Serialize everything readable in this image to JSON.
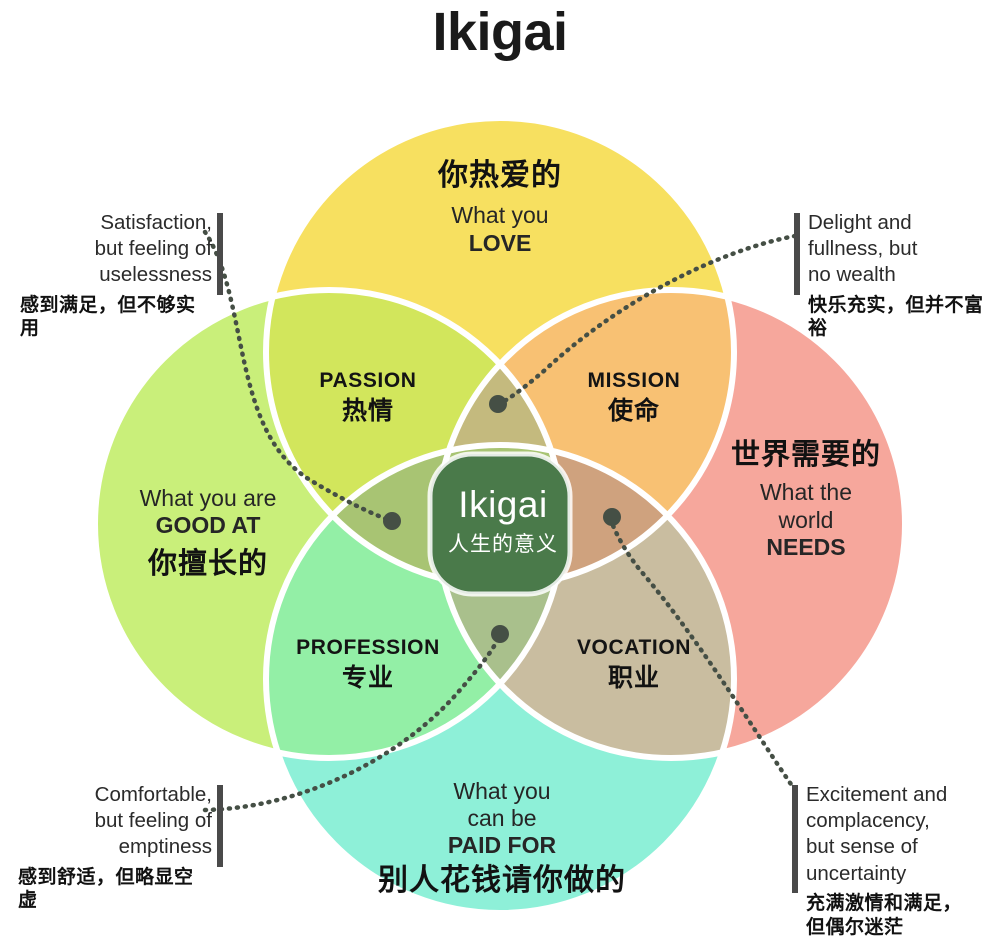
{
  "title": "Ikigai",
  "center": {
    "en": "Ikigai",
    "cn": "人生的意义"
  },
  "circles": [
    {
      "key": "love",
      "cn": "你热爱的",
      "en_line1": "What you",
      "en_line2": "LOVE",
      "color": "#f7e060"
    },
    {
      "key": "needs",
      "cn": "世界需要的",
      "en_line1": "What the",
      "en_line2": "world",
      "en_line3": "NEEDS",
      "color": "#f6a79c"
    },
    {
      "key": "paid",
      "cn": "别人花钱请你做的",
      "en_line1": "What you",
      "en_line2": "can be",
      "en_line3": "PAID FOR",
      "color": "#8ef0d8"
    },
    {
      "key": "good_at",
      "cn": "你擅长的",
      "en_line1": "What you are",
      "en_line2": "GOOD AT",
      "color": "#c9ef7a"
    }
  ],
  "overlaps": [
    {
      "key": "passion",
      "en": "PASSION",
      "cn": "热情",
      "color": "#d2e65c"
    },
    {
      "key": "mission",
      "en": "MISSION",
      "cn": "使命",
      "color": "#f8c173"
    },
    {
      "key": "profession",
      "en": "PROFESSION",
      "cn": "专业",
      "color": "#93efa6"
    },
    {
      "key": "vocation",
      "en": "VOCATION",
      "cn": "职业",
      "color": "#c9bda0"
    }
  ],
  "callouts": [
    {
      "key": "top_left",
      "en": "Satisfaction,\nbut feeling of\nuselessness",
      "cn": "感到满足，但不够实用"
    },
    {
      "key": "top_right",
      "en": "Delight and\nfullness, but\nno wealth",
      "cn": "快乐充实，但并不富裕"
    },
    {
      "key": "bottom_left",
      "en": "Comfortable,\nbut feeling of\nemptiness",
      "cn": "感到舒适，但略显空虚"
    },
    {
      "key": "bottom_right",
      "en": "Excitement and\ncomplacency,\nbut sense of\nuncertainty",
      "cn": "充满激情和满足，\n但偶尔迷茫"
    }
  ],
  "palette": {
    "love": "#f7e060",
    "needs": "#f6a79c",
    "paid": "#8ef0d8",
    "good_at": "#c9ef7a",
    "passion": "#d2e65c",
    "mission": "#f8c173",
    "profession": "#93efa6",
    "vocation": "#c9bda0",
    "center": "#4a7a4a",
    "stroke": "#ffffff",
    "connector": "#454f45",
    "bar": "#4a4a4a"
  }
}
